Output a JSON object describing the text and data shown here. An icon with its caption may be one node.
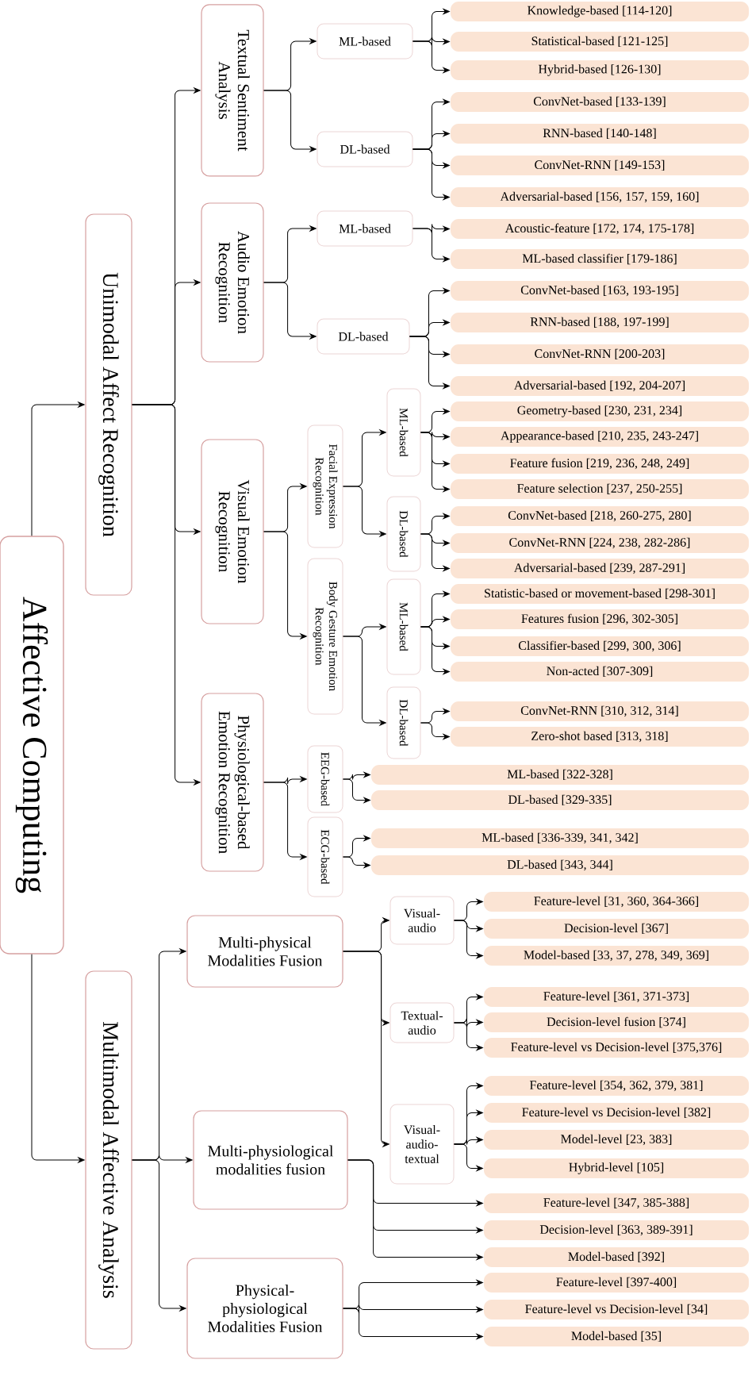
{
  "diagram": {
    "nodes": [
      {
        "text": [
          "Affective Computing"
        ]
      },
      {
        "text": [
          "Unimodal Affect Recognition"
        ]
      },
      {
        "text": [
          "Textual Sentiment Analysis"
        ]
      },
      {
        "text": [
          "ML-based"
        ]
      },
      {
        "text": [
          "Knowledge-based [114-120]"
        ]
      },
      {
        "text": [
          "Statistical-based [121-125]"
        ]
      },
      {
        "text": [
          "Hybrid-based [126-130]"
        ]
      },
      {
        "text": [
          "DL-based"
        ]
      },
      {
        "text": [
          "ConvNet-based [133-139]"
        ]
      },
      {
        "text": [
          "RNN-based [140-148]"
        ]
      },
      {
        "text": [
          "ConvNet-RNN [149-153]"
        ]
      },
      {
        "text": [
          "Adversarial-based [156, 157, 159, 160]"
        ]
      },
      {
        "text": [
          "Audio Emotion Recognition"
        ]
      },
      {
        "text": [
          "ML-based"
        ]
      },
      {
        "text": [
          "Acoustic-feature [172, 174, 175-178]"
        ]
      },
      {
        "text": [
          "ML-based classifier [179-186]"
        ]
      },
      {
        "text": [
          "DL-based"
        ]
      },
      {
        "text": [
          "ConvNet-based [163, 193-195]"
        ]
      },
      {
        "text": [
          "RNN-based [188, 197-199]"
        ]
      },
      {
        "text": [
          "ConvNet-RNN [200-203]"
        ]
      },
      {
        "text": [
          "Adversarial-based [192, 204-207]"
        ]
      },
      {
        "text": [
          "Visual Emotion Recognition"
        ]
      },
      {
        "text": [
          "Facial Expression Recognition"
        ]
      },
      {
        "text": [
          "ML-based"
        ]
      },
      {
        "text": [
          "Geometry-based [230, 231, 234]"
        ]
      },
      {
        "text": [
          "Appearance-based [210, 235, 243-247]"
        ]
      },
      {
        "text": [
          "Feature fusion [219, 236, 248, 249]"
        ]
      },
      {
        "text": [
          "Feature selection [237, 250-255]"
        ]
      },
      {
        "text": [
          "DL-based"
        ]
      },
      {
        "text": [
          "ConvNet-based [218, 260-275, 280]"
        ]
      },
      {
        "text": [
          "ConvNet-RNN [224, 238, 282-286]"
        ]
      },
      {
        "text": [
          "Adversarial-based [239, 287-291]"
        ]
      },
      {
        "text": [
          "Body Gesture Emotion Recognition"
        ]
      },
      {
        "text": [
          "ML-based"
        ]
      },
      {
        "text": [
          "Statistic-based or movement-based [298-301]"
        ]
      },
      {
        "text": [
          "Features fusion [296, 302-305]"
        ]
      },
      {
        "text": [
          "Classifier-based [299, 300, 306]"
        ]
      },
      {
        "text": [
          "Non-acted [307-309]"
        ]
      },
      {
        "text": [
          "DL-based"
        ]
      },
      {
        "text": [
          "ConvNet-RNN [310, 312, 314]"
        ]
      },
      {
        "text": [
          "Zero-shot based [313, 318]"
        ]
      },
      {
        "text": [
          "Physiological-based Emotion Recognition"
        ]
      },
      {
        "text": [
          "EEG-based"
        ]
      },
      {
        "text": [
          "ML-based [322-328]"
        ]
      },
      {
        "text": [
          "DL-based [329-335]"
        ]
      },
      {
        "text": [
          "ECG-based"
        ]
      },
      {
        "text": [
          "ML-based [336-339, 341, 342]"
        ]
      },
      {
        "text": [
          "DL-based [343, 344]"
        ]
      },
      {
        "text": [
          "Multimodal Affective Analysis"
        ]
      },
      {
        "text": [
          "Multi-physical Modalities Fusion"
        ]
      },
      {
        "text": [
          "Visual-audio"
        ]
      },
      {
        "text": [
          "Feature-level [31, 360, 364-366]"
        ]
      },
      {
        "text": [
          "Decision-level [367]"
        ]
      },
      {
        "text": [
          "Model-based [33, 37, 278, 349, 369]"
        ]
      },
      {
        "text": [
          "Textual-audio"
        ]
      },
      {
        "text": [
          "Feature-level [361, 371-373]"
        ]
      },
      {
        "text": [
          "Decision-level fusion [374]"
        ]
      },
      {
        "text": [
          "Feature-level vs Decision-level [375,376]"
        ]
      },
      {
        "text": [
          "Visual-audio-textual"
        ]
      },
      {
        "text": [
          "Feature-level [354, 362, 379, 381]"
        ]
      },
      {
        "text": [
          "Feature-level vs Decision-level [382]"
        ]
      },
      {
        "text": [
          "Model-level [23, 383]"
        ]
      },
      {
        "text": [
          "Hybrid-level [105]"
        ]
      },
      {
        "text": [
          "Multi-physiological modalities fusion"
        ]
      },
      {
        "text": [
          "Feature-level [347, 385-388]"
        ]
      },
      {
        "text": [
          "Decision-level [363, 389-391]"
        ]
      },
      {
        "text": [
          "Model-based [392]"
        ]
      },
      {
        "text": [
          "Physical-physiological Modalities Fusion"
        ]
      },
      {
        "text": [
          "Feature-level [397-400]"
        ]
      },
      {
        "text": [
          "Feature-level vs Decision-level [34]"
        ]
      },
      {
        "text": [
          "Model-based [35]"
        ]
      }
    ],
    "edges": [
      {
        "from": 0,
        "to": 1,
        "arrow": "to"
      },
      {
        "from": 0,
        "to": 48,
        "arrow": "to"
      },
      {
        "from": 1,
        "to": 2,
        "arrow": "to"
      },
      {
        "from": 1,
        "to": 12,
        "arrow": "to"
      },
      {
        "from": 1,
        "to": 21,
        "arrow": "to"
      },
      {
        "from": 1,
        "to": 41,
        "arrow": "to"
      },
      {
        "from": 2,
        "to": 3,
        "arrow": "to"
      },
      {
        "from": 2,
        "to": 7,
        "arrow": "to"
      },
      {
        "from": 3,
        "to": 4,
        "arrow": "to"
      },
      {
        "from": 3,
        "to": 5,
        "arrow": "to"
      },
      {
        "from": 3,
        "to": 6,
        "arrow": "to"
      },
      {
        "from": 7,
        "to": 8,
        "arrow": "to"
      },
      {
        "from": 7,
        "to": 9,
        "arrow": "to"
      },
      {
        "from": 7,
        "to": 10,
        "arrow": "to"
      },
      {
        "from": 7,
        "to": 11,
        "arrow": "to"
      },
      {
        "from": 12,
        "to": 13,
        "arrow": "to"
      },
      {
        "from": 12,
        "to": 16,
        "arrow": "to"
      },
      {
        "from": 13,
        "to": 14,
        "arrow": "to"
      },
      {
        "from": 13,
        "to": 15,
        "arrow": "to"
      },
      {
        "from": 16,
        "to": 17,
        "arrow": "to"
      },
      {
        "from": 16,
        "to": 18,
        "arrow": "to"
      },
      {
        "from": 16,
        "to": 19,
        "arrow": "to"
      },
      {
        "from": 16,
        "to": 20,
        "arrow": "to"
      },
      {
        "from": 21,
        "to": 22,
        "arrow": "to"
      },
      {
        "from": 21,
        "to": 32,
        "arrow": "to"
      },
      {
        "from": 22,
        "to": 23,
        "arrow": "to"
      },
      {
        "from": 22,
        "to": 28,
        "arrow": "to"
      },
      {
        "from": 23,
        "to": 24,
        "arrow": "to"
      },
      {
        "from": 23,
        "to": 25,
        "arrow": "to"
      },
      {
        "from": 23,
        "to": 26,
        "arrow": "to"
      },
      {
        "from": 23,
        "to": 27,
        "arrow": "to"
      },
      {
        "from": 28,
        "to": 29,
        "arrow": "to"
      },
      {
        "from": 28,
        "to": 30,
        "arrow": "to"
      },
      {
        "from": 28,
        "to": 31,
        "arrow": "to"
      },
      {
        "from": 32,
        "to": 33,
        "arrow": "to"
      },
      {
        "from": 32,
        "to": 38,
        "arrow": "to"
      },
      {
        "from": 33,
        "to": 34,
        "arrow": "to"
      },
      {
        "from": 33,
        "to": 35,
        "arrow": "to"
      },
      {
        "from": 33,
        "to": 36,
        "arrow": "to"
      },
      {
        "from": 33,
        "to": 37,
        "arrow": "to"
      },
      {
        "from": 38,
        "to": 39,
        "arrow": "to"
      },
      {
        "from": 38,
        "to": 40,
        "arrow": "to"
      },
      {
        "from": 41,
        "to": 42,
        "arrow": "to"
      },
      {
        "from": 41,
        "to": 45,
        "arrow": "to"
      },
      {
        "from": 42,
        "to": 43,
        "arrow": "to"
      },
      {
        "from": 42,
        "to": 44,
        "arrow": "to"
      },
      {
        "from": 45,
        "to": 46,
        "arrow": "to"
      },
      {
        "from": 45,
        "to": 47,
        "arrow": "to"
      },
      {
        "from": 48,
        "to": 49,
        "arrow": "to"
      },
      {
        "from": 48,
        "to": 63,
        "arrow": "to"
      },
      {
        "from": 48,
        "to": 67,
        "arrow": "to"
      },
      {
        "from": 49,
        "to": 50,
        "arrow": "to"
      },
      {
        "from": 49,
        "to": 54,
        "arrow": "to"
      },
      {
        "from": 49,
        "to": 58,
        "arrow": "to"
      },
      {
        "from": 50,
        "to": 51,
        "arrow": "to"
      },
      {
        "from": 50,
        "to": 52,
        "arrow": "to"
      },
      {
        "from": 50,
        "to": 53,
        "arrow": "to"
      },
      {
        "from": 54,
        "to": 55,
        "arrow": "to"
      },
      {
        "from": 54,
        "to": 56,
        "arrow": "to"
      },
      {
        "from": 54,
        "to": 57,
        "arrow": "to"
      },
      {
        "from": 58,
        "to": 59,
        "arrow": "to"
      },
      {
        "from": 58,
        "to": 60,
        "arrow": "to"
      },
      {
        "from": 58,
        "to": 61,
        "arrow": "to"
      },
      {
        "from": 58,
        "to": 62,
        "arrow": "to"
      },
      {
        "from": 63,
        "to": 64,
        "arrow": "to"
      },
      {
        "from": 63,
        "to": 65,
        "arrow": "to"
      },
      {
        "from": 63,
        "to": 66,
        "arrow": "to"
      },
      {
        "from": 67,
        "to": 68,
        "arrow": "to"
      },
      {
        "from": 67,
        "to": 69,
        "arrow": "to"
      },
      {
        "from": 67,
        "to": 70,
        "arrow": "to"
      }
    ]
  }
}
